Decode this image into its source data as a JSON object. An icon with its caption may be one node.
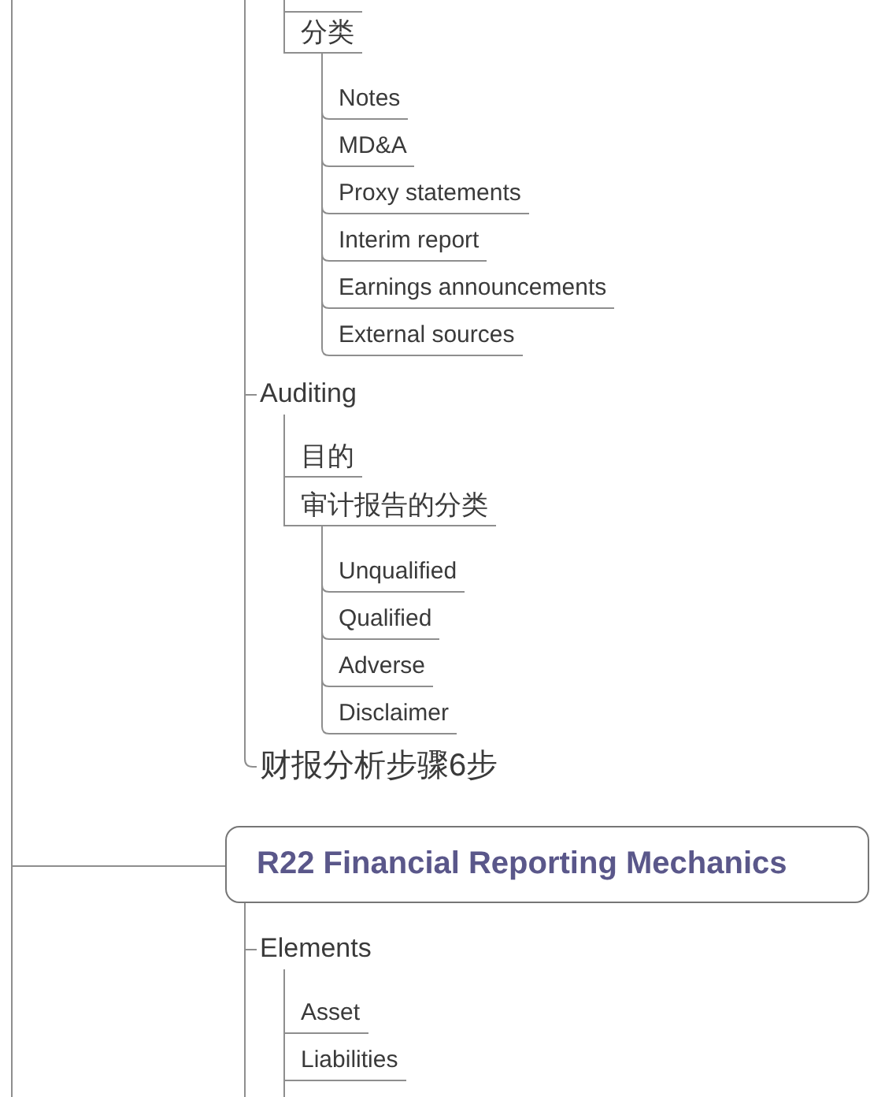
{
  "diagram": {
    "nodes": [
      {
        "text": [
          "分类"
        ]
      },
      {
        "text": [
          "Notes"
        ]
      },
      {
        "text": [
          "MD&A"
        ]
      },
      {
        "text": [
          "Proxy statements"
        ]
      },
      {
        "text": [
          "Interim report"
        ]
      },
      {
        "text": [
          "Earnings announcements"
        ]
      },
      {
        "text": [
          "External sources"
        ]
      },
      {
        "text": [
          "Auditing"
        ]
      },
      {
        "text": [
          "目的"
        ]
      },
      {
        "text": [
          "审计报告的分类"
        ]
      },
      {
        "text": [
          "Unqualified"
        ]
      },
      {
        "text": [
          "Qualified"
        ]
      },
      {
        "text": [
          "Adverse"
        ]
      },
      {
        "text": [
          "Disclaimer"
        ]
      },
      {
        "text": [
          "财报分析步骤6步"
        ]
      },
      {
        "text": [
          "R22 Financial Reporting Mechanics"
        ]
      },
      {
        "text": [
          "Elements"
        ]
      },
      {
        "text": [
          "Asset"
        ]
      },
      {
        "text": [
          "Liabilities"
        ]
      }
    ],
    "edges": [
      {
        "from": null,
        "to": 0,
        "arrow": "none"
      },
      {
        "from": 0,
        "to": 1,
        "arrow": "none"
      },
      {
        "from": 0,
        "to": 2,
        "arrow": "none"
      },
      {
        "from": 0,
        "to": 3,
        "arrow": "none"
      },
      {
        "from": 0,
        "to": 4,
        "arrow": "none"
      },
      {
        "from": 0,
        "to": 5,
        "arrow": "none"
      },
      {
        "from": 0,
        "to": 6,
        "arrow": "none"
      },
      {
        "from": null,
        "to": 7,
        "arrow": "none"
      },
      {
        "from": 7,
        "to": 8,
        "arrow": "none"
      },
      {
        "from": 7,
        "to": 9,
        "arrow": "none"
      },
      {
        "from": 9,
        "to": 10,
        "arrow": "none"
      },
      {
        "from": 9,
        "to": 11,
        "arrow": "none"
      },
      {
        "from": 9,
        "to": 12,
        "arrow": "none"
      },
      {
        "from": 9,
        "to": 13,
        "arrow": "none"
      },
      {
        "from": null,
        "to": 14,
        "arrow": "none"
      },
      {
        "from": null,
        "to": 15,
        "arrow": "none"
      },
      {
        "from": 15,
        "to": 16,
        "arrow": "none"
      },
      {
        "from": 16,
        "to": 17,
        "arrow": "none"
      },
      {
        "from": 16,
        "to": 18,
        "arrow": "none"
      }
    ]
  }
}
